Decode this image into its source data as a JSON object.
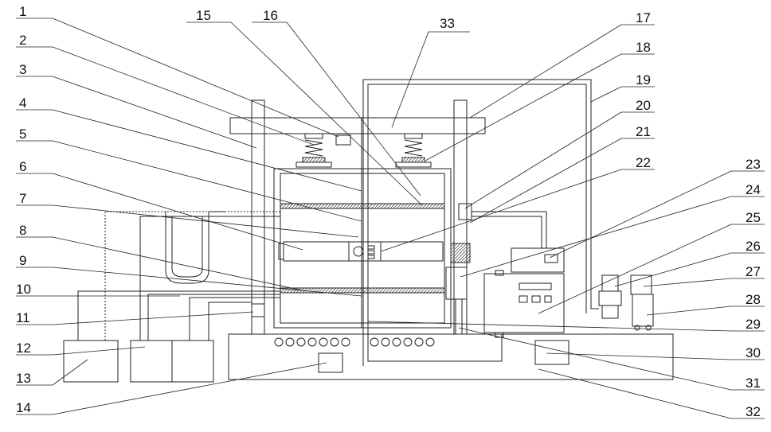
{
  "labels_left": [
    "1",
    "2",
    "3",
    "4",
    "5",
    "6",
    "7",
    "8",
    "9",
    "10",
    "11",
    "12",
    "13",
    "14"
  ],
  "labels_top": [
    "15",
    "16",
    "33"
  ],
  "labels_right": [
    "17",
    "18",
    "19",
    "20",
    "21",
    "22",
    "23",
    "24",
    "25",
    "26",
    "27",
    "28",
    "29",
    "30",
    "31",
    "32"
  ],
  "colors": {
    "line": "#222222",
    "hatch": "#555555",
    "background": "#ffffff"
  }
}
